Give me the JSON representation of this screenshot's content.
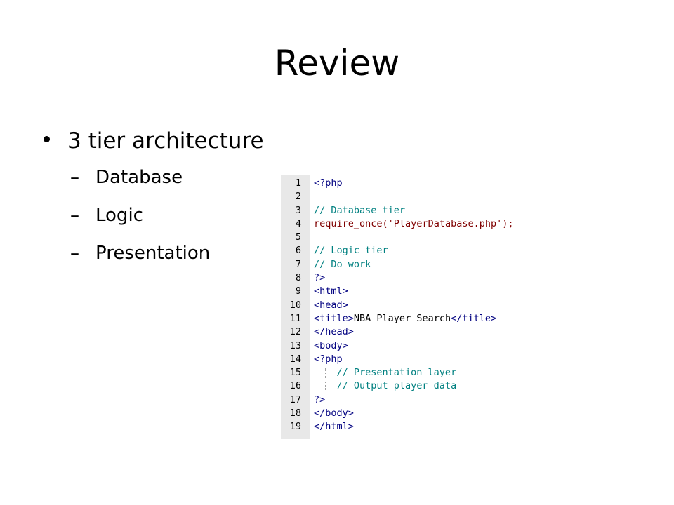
{
  "slide": {
    "title": "Review",
    "bullet": "3 tier architecture",
    "sub_items": [
      "Database",
      "Logic",
      "Presentation"
    ],
    "dash": "–"
  },
  "code": {
    "lines": [
      {
        "n": "1",
        "parts": [
          {
            "t": "<?php",
            "c": "kw"
          }
        ]
      },
      {
        "n": "2",
        "parts": []
      },
      {
        "n": "3",
        "parts": [
          {
            "t": "// Database tier",
            "c": "comment"
          }
        ]
      },
      {
        "n": "4",
        "parts": [
          {
            "t": "require_once(",
            "c": "fn"
          },
          {
            "t": "'PlayerDatabase.php'",
            "c": "str"
          },
          {
            "t": ");",
            "c": "fn"
          }
        ]
      },
      {
        "n": "5",
        "parts": []
      },
      {
        "n": "6",
        "parts": [
          {
            "t": "// Logic tier",
            "c": "comment"
          }
        ]
      },
      {
        "n": "7",
        "parts": [
          {
            "t": "// Do work",
            "c": "comment"
          }
        ]
      },
      {
        "n": "8",
        "parts": [
          {
            "t": "?>",
            "c": "kw"
          }
        ]
      },
      {
        "n": "9",
        "parts": [
          {
            "t": "<html>",
            "c": "tag"
          }
        ]
      },
      {
        "n": "10",
        "parts": [
          {
            "t": "<head>",
            "c": "tag"
          }
        ]
      },
      {
        "n": "11",
        "parts": [
          {
            "t": "<title>",
            "c": "tag"
          },
          {
            "t": "NBA Player Search",
            "c": "plain"
          },
          {
            "t": "</title>",
            "c": "tag"
          }
        ]
      },
      {
        "n": "12",
        "parts": [
          {
            "t": "</head>",
            "c": "tag"
          }
        ]
      },
      {
        "n": "13",
        "parts": [
          {
            "t": "<body>",
            "c": "tag"
          }
        ]
      },
      {
        "n": "14",
        "parts": [
          {
            "t": "<?php",
            "c": "kw"
          }
        ]
      },
      {
        "n": "15",
        "parts": [
          {
            "t": "    // Presentation layer",
            "c": "comment"
          }
        ],
        "guide": true
      },
      {
        "n": "16",
        "parts": [
          {
            "t": "    // Output player data",
            "c": "comment"
          }
        ],
        "guide": true
      },
      {
        "n": "17",
        "parts": [
          {
            "t": "?>",
            "c": "kw"
          }
        ]
      },
      {
        "n": "18",
        "parts": [
          {
            "t": "</body>",
            "c": "tag"
          }
        ]
      },
      {
        "n": "19",
        "parts": [
          {
            "t": "</html>",
            "c": "tag"
          }
        ]
      }
    ]
  }
}
